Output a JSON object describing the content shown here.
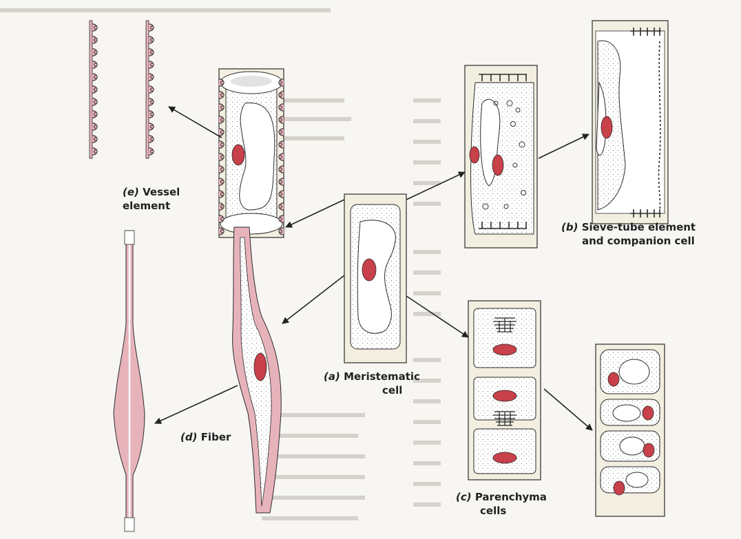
{
  "labels": {
    "vessel": {
      "letter": "(e)",
      "line1": "Vessel",
      "line2": "element"
    },
    "sieve": {
      "letter": "(b)",
      "line1": "Sieve-tube element",
      "line2": "and companion cell"
    },
    "meristematic": {
      "letter": "(a)",
      "line1": "Meristematic",
      "line2": "cell"
    },
    "fiber": {
      "letter": "(d)",
      "line1": "Fiber"
    },
    "parenchyma": {
      "letter": "(c)",
      "line1": "Parenchyma",
      "line2": "cells"
    }
  },
  "colors": {
    "nucleus": "#c8404a",
    "wall": "#f3efe0",
    "outline": "#2a2a2a",
    "pink": "#e7b3bb",
    "background": "#f7f6f3"
  }
}
